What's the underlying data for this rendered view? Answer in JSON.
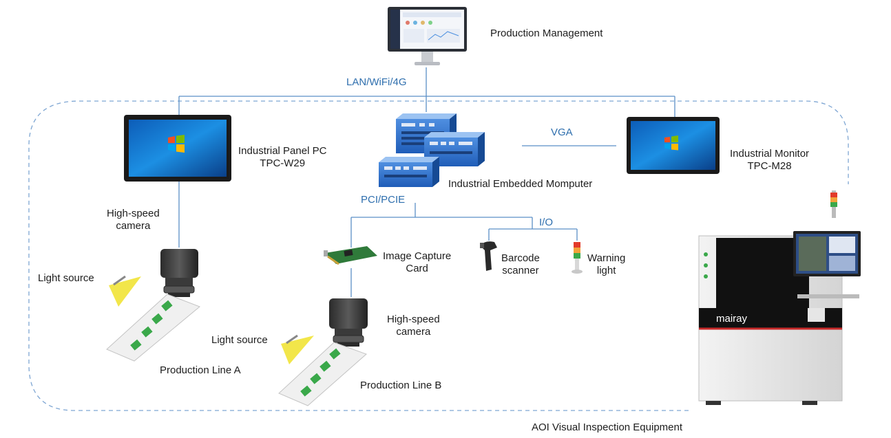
{
  "nodes": {
    "production_management": {
      "label": "Production Management"
    },
    "panel_pc": {
      "line1": "Industrial Panel PC",
      "line2": "TPC-W29"
    },
    "embedded_computer": {
      "label": "Industrial Embedded Momputer"
    },
    "industrial_monitor": {
      "line1": "Industrial Monitor",
      "line2": "TPC-M28"
    },
    "camera_a": {
      "line1": "High-speed",
      "line2": "camera"
    },
    "light_a": {
      "label": "Light source"
    },
    "line_a": {
      "label": "Production Line A"
    },
    "capture_card": {
      "line1": "Image Capture",
      "line2": "Card"
    },
    "barcode": {
      "line1": "Barcode",
      "line2": "scanner"
    },
    "warning_light": {
      "line1": "Warning",
      "line2": "light"
    },
    "camera_b": {
      "line1": "High-speed",
      "line2": "camera"
    },
    "light_b": {
      "label": "Light source"
    },
    "line_b": {
      "label": "Production Line B"
    },
    "aoi": {
      "label": "AOI Visual Inspection Equipment",
      "brand": "mairay"
    }
  },
  "links": {
    "network": "LAN/WiFi/4G",
    "vga": "VGA",
    "pci": "PCI/PCIE",
    "io": "I/O"
  },
  "colors": {
    "link_line": "#5b8fc7",
    "link_text": "#2f6fae",
    "dashed_border": "#7ea6d3",
    "light_beam": "#f2e64a"
  }
}
